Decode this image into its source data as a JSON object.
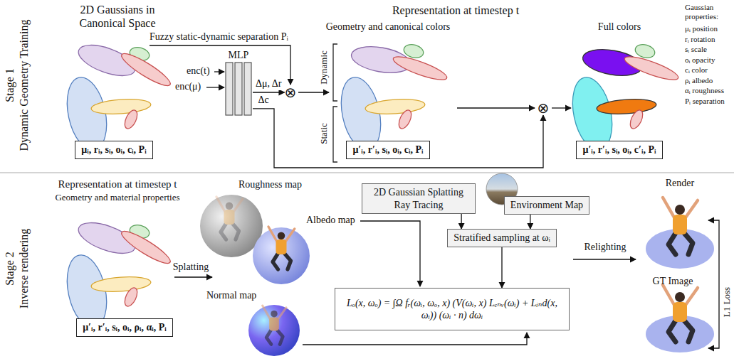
{
  "diagram": {
    "nodes": [
      {
        "text": [
          "μᵢ, rᵢ, sᵢ, oᵢ, cᵢ, Pᵢ"
        ]
      },
      {
        "text": [
          "MLP"
        ]
      },
      {
        "text": [
          "⊗"
        ]
      },
      {
        "text": [
          "μ′ᵢ, r′ᵢ, sᵢ, oᵢ, cᵢ, Pᵢ"
        ]
      },
      {
        "text": [
          "⊗"
        ]
      },
      {
        "text": [
          "μ′ᵢ, r′ᵢ, sᵢ, oᵢ, c′ᵢ, Pᵢ"
        ]
      },
      {
        "text": [
          "μ′ᵢ, r′ᵢ, sᵢ, oᵢ, ρᵢ, αᵢ, Pᵢ"
        ]
      },
      {
        "text": [
          "2D Gaussian Splatting Ray Tracing"
        ]
      },
      {
        "text": [
          "Environment Map"
        ]
      },
      {
        "text": [
          "Stratified sampling at ωᵢ"
        ]
      },
      {
        "text": [
          "Lₒ(x, ωₒ) = ∫Ω fᵣ(ωᵢ, ωₒ, x) (V(ωᵢ, x) Lₑₙᵥ(ωᵢ) + Lᵢₙd(x, ωᵢ)) (ωᵢ · n) dωᵢ"
        ]
      }
    ],
    "edges": [
      {
        "from": 1,
        "to": 2,
        "arrow": "to",
        "label": "Δμ, Δr"
      },
      {
        "from": 1,
        "to": 4,
        "arrow": "to",
        "label": "Δc"
      },
      {
        "from": 7,
        "to": 9,
        "arrow": "to"
      },
      {
        "from": 8,
        "to": 9,
        "arrow": "to"
      },
      {
        "from": 9,
        "to": 10,
        "arrow": "to"
      }
    ],
    "labels": [
      "Stage 1",
      "Dynamic Geometry Training",
      "2D Gaussians in Canonical Space",
      "Fuzzy static-dynamic separation Pᵢ",
      "enc(t)",
      "enc(μ)",
      "Representation at timestep t",
      "Geometry and canonical colors",
      "Full colors",
      "Dynamic",
      "Static",
      "Gaussian properties:",
      "μᵢ position",
      "rᵢ rotation",
      "sᵢ scale",
      "oᵢ opacity",
      "cᵢ color",
      "ρᵢ albedo",
      "αᵢ roughness",
      "Pᵢ separation",
      "Stage 2",
      "Inverse rendering",
      "Representation at timestep t",
      "Geometry and material properties",
      "Splatting",
      "Roughness map",
      "Albedo map",
      "Normal map",
      "Relighting",
      "Render",
      "GT Image",
      "L1 Loss"
    ]
  }
}
